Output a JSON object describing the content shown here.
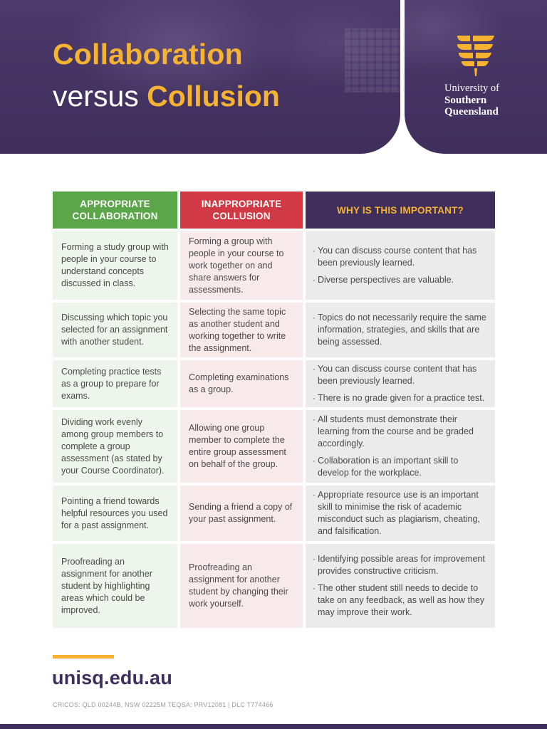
{
  "header": {
    "title_line1": "Collaboration",
    "title_versus": "versus",
    "title_collusion": "Collusion",
    "logo": {
      "line1": "University of",
      "line2": "Southern",
      "line3": "Queensland",
      "icon": "fern-emblem-icon"
    }
  },
  "colors": {
    "purple": "#3f2e5c",
    "gold": "#f5b331",
    "green": "#5aa649",
    "red": "#d13a44"
  },
  "table": {
    "headers": {
      "appropriate_line1": "APPROPRIATE",
      "appropriate_line2": "COLLABORATION",
      "inappropriate_line1": "INAPPROPRIATE",
      "inappropriate_line2": "COLLUSION",
      "why": "WHY IS THIS IMPORTANT?"
    },
    "rows": [
      {
        "appropriate": "Forming a study group with people in your course to understand concepts discussed in class.",
        "inappropriate": "Forming a group with people in your course to work together on and share answers for assessments.",
        "why": [
          "You can discuss course content that has been previously learned.",
          "Diverse perspectives are valuable."
        ]
      },
      {
        "appropriate": "Discussing which topic you selected for an assignment with another student.",
        "inappropriate": "Selecting the same topic as another student and working together to write the assignment.",
        "why": [
          "Topics do not necessarily require the same information, strategies, and skills that are being assessed."
        ]
      },
      {
        "appropriate": "Completing practice tests as a group to prepare for exams.",
        "inappropriate": "Completing examinations as a group.",
        "why": [
          "You can discuss course content that has been previously learned.",
          "There is no grade given for a practice test."
        ]
      },
      {
        "appropriate": "Dividing work evenly among group members to complete a group assessment (as stated by your Course Coordinator).",
        "inappropriate": "Allowing one group member to complete the entire group assessment on behalf of the group.",
        "why": [
          "All students must demonstrate their learning from the course and be graded accordingly.",
          "Collaboration is an important skill to develop for the workplace."
        ]
      },
      {
        "appropriate": "Pointing a friend towards helpful resources you used for a past assignment.",
        "inappropriate": "Sending a friend a copy of your past assignment.",
        "why": [
          "Appropriate resource use is an important skill to minimise the risk of academic misconduct such as plagiarism, cheating, and falsification."
        ]
      },
      {
        "appropriate": "Proofreading an assignment for another student by highlighting areas which could be improved.",
        "inappropriate": "Proofreading an assignment for another student by changing their work yourself.",
        "why": [
          "Identifying possible areas for improvement provides constructive criticism.",
          "The other student still needs to decide to take on any feedback, as well as how they may improve their work."
        ]
      }
    ]
  },
  "footer": {
    "url": "unisq.edu.au",
    "cricos": "CRICOS: QLD 00244B, NSW 02225M  TEQSA: PRV12081 | DLC T774466"
  }
}
